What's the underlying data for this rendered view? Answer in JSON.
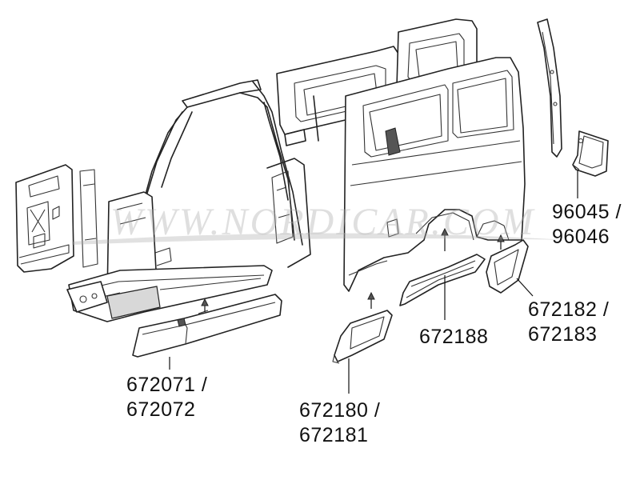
{
  "watermark": {
    "text": "WWW.NORDICAR.COM",
    "is_logo": true
  },
  "labels": {
    "l96045": [
      "96045 /",
      "96046"
    ],
    "l672182": [
      "672182 /",
      "672183"
    ],
    "l672188": [
      "672188"
    ],
    "l672071": [
      "672071 /",
      "672072"
    ],
    "l672180": [
      "672180 /",
      "672181"
    ]
  },
  "colors": {
    "line": "#222222",
    "text": "#111111",
    "background": "#ffffff",
    "watermark": "#aaaaaa"
  }
}
